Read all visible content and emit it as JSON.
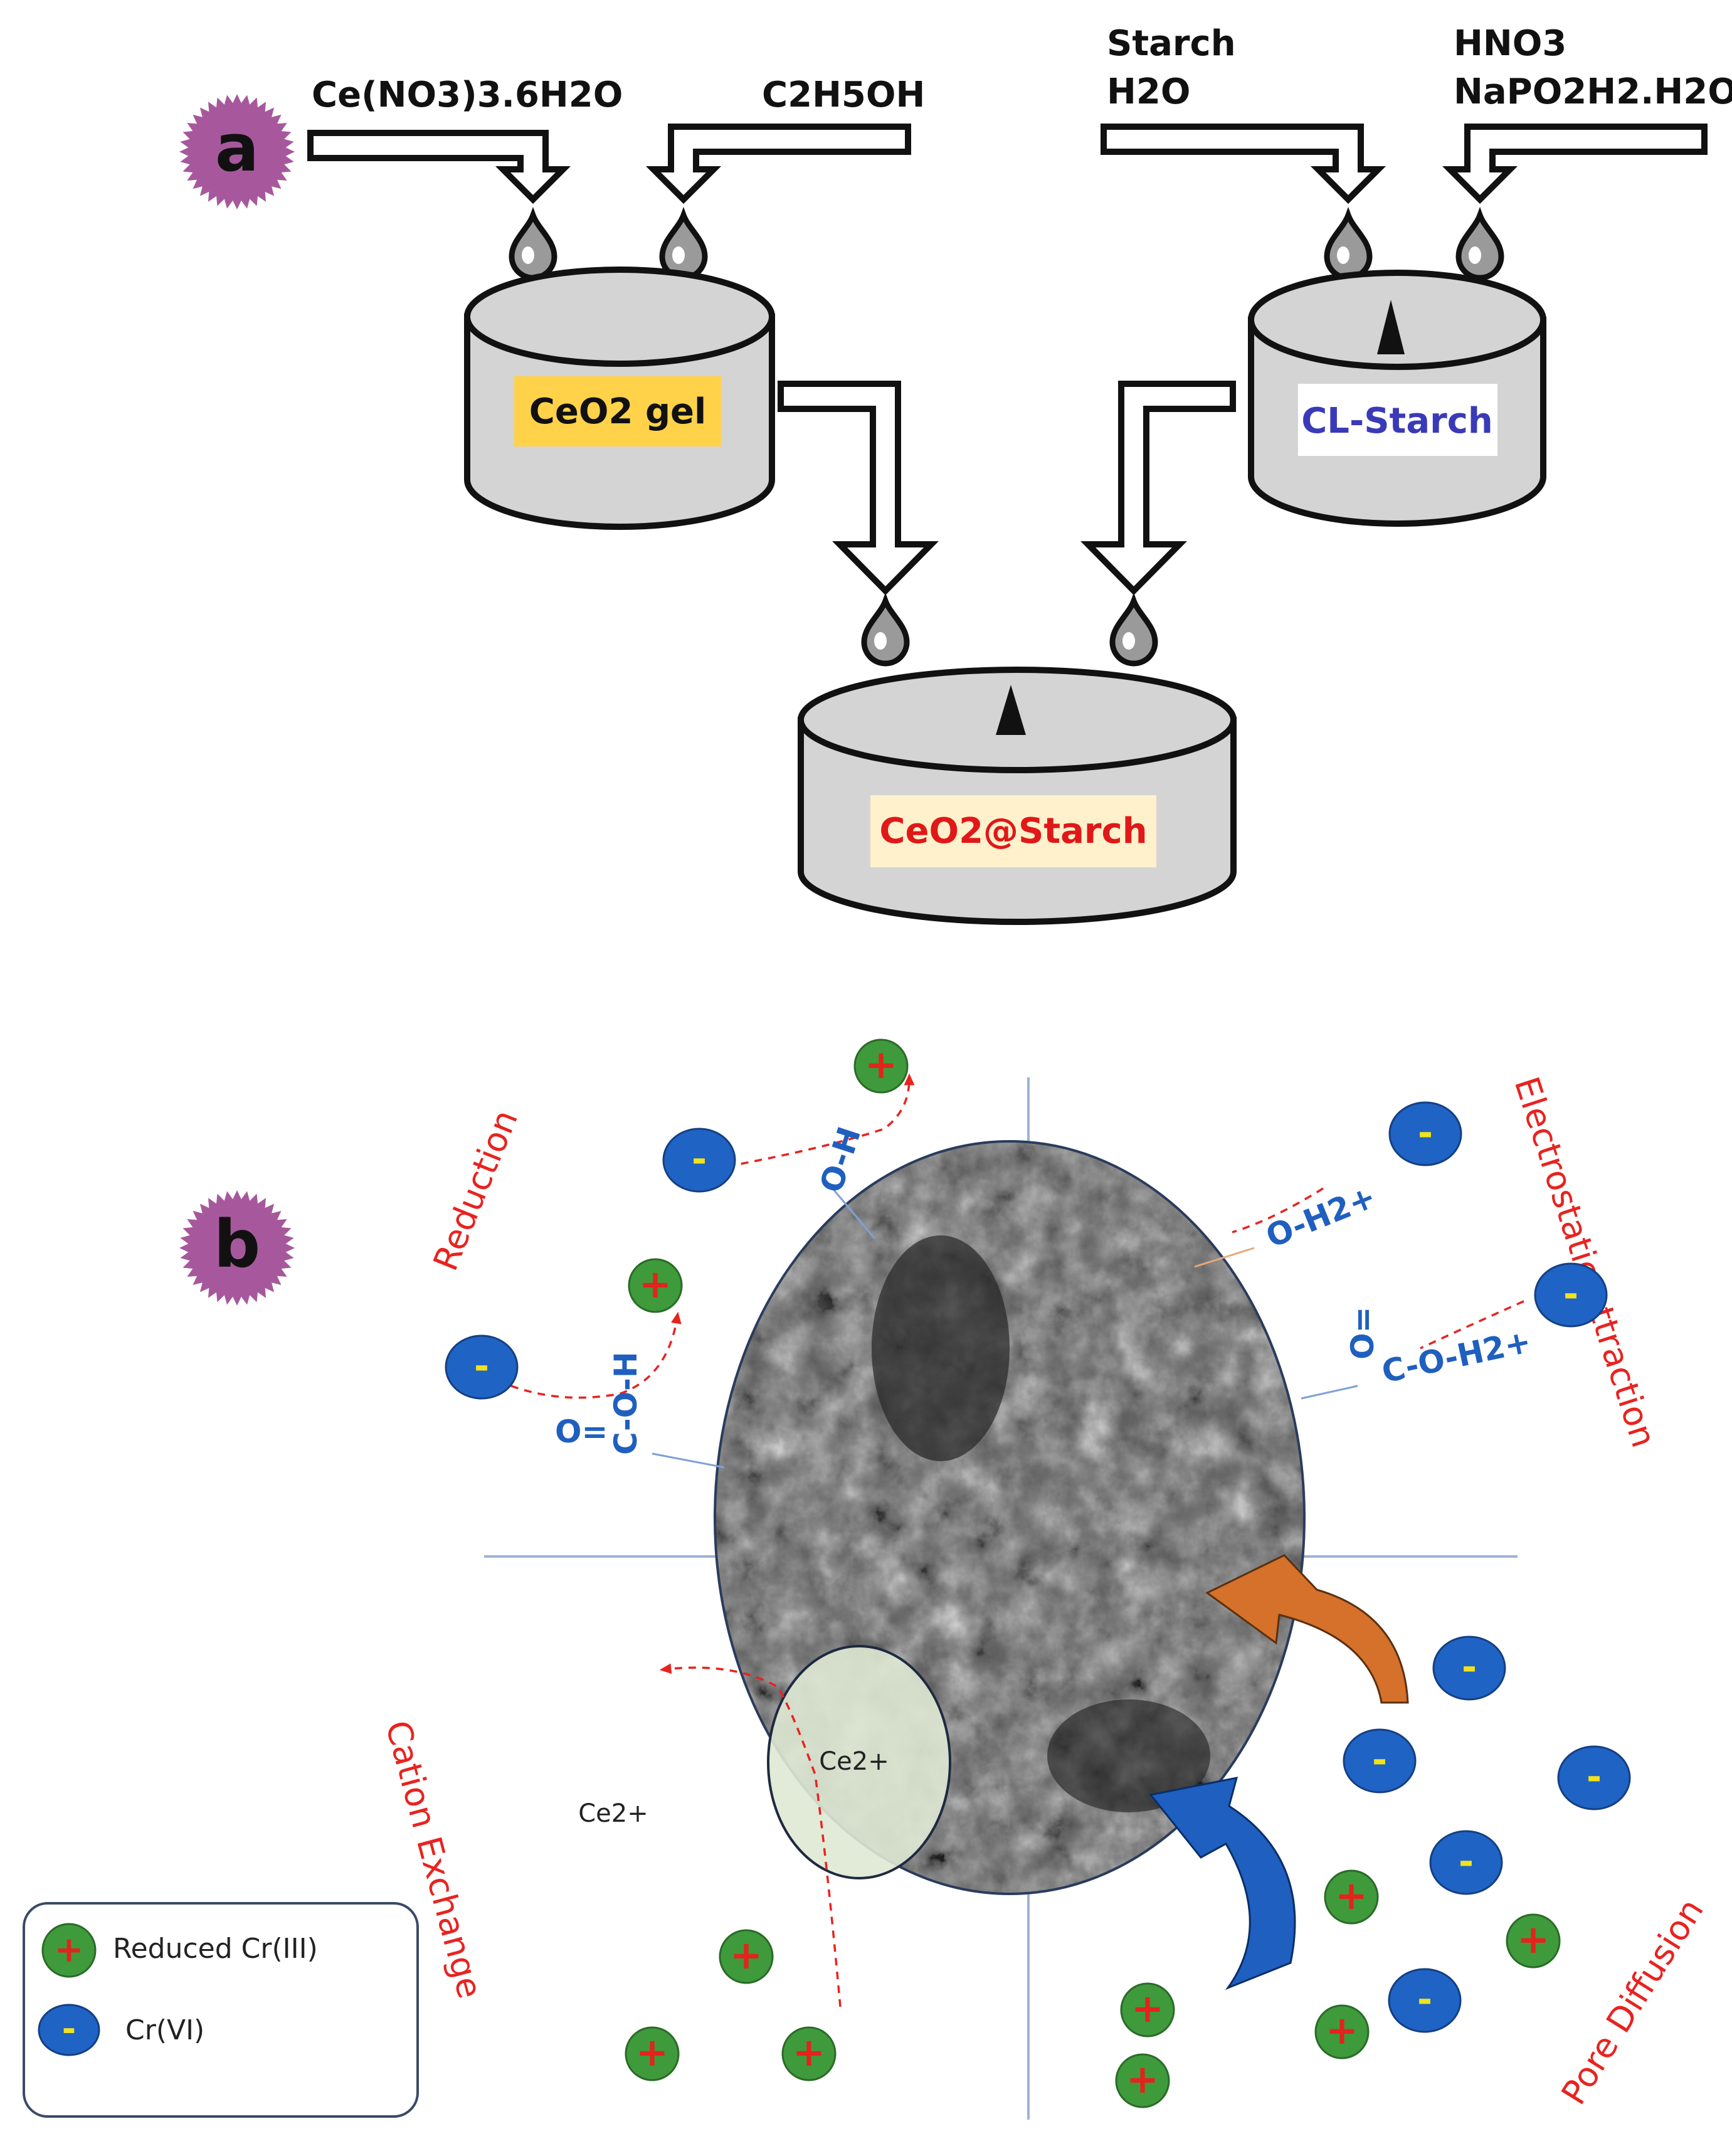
{
  "panel_a": {
    "badge": "a",
    "reagents": {
      "ce_nitrate": "Ce(NO3)3.6H2O",
      "ethanol": "C2H5OH",
      "starch": "Starch",
      "water": "H2O",
      "hno3": "HNO3",
      "hypophosphite": "NaPO2H2.H2O"
    },
    "vessels": {
      "ceo2_gel": "CeO2 gel",
      "cl_starch": "CL-Starch",
      "product": "CeO2@Starch"
    },
    "colors": {
      "vessel_fill": "#d4d4d4",
      "gel_label_bg": "#ffd24a",
      "cl_label_color": "#3a3ab8",
      "product_label_bg": "#fff1cc",
      "product_label_color": "#e01818"
    }
  },
  "panel_b": {
    "badge": "b",
    "mechanisms": {
      "reduction": "Reduction",
      "electrostatic": "Electrostatic attraction",
      "cation_exchange": "Cation Exchange",
      "pore_diffusion": "Pore Diffusion"
    },
    "groups": {
      "oh": "O-H",
      "cooh_top": "O=",
      "cooh_main": "C-O-H",
      "oh2": "O-H2+",
      "carbonyl_o": "O=",
      "coh2": "C-O-H2+"
    },
    "ce_inside": "Ce2+",
    "ce_outside": "Ce2+",
    "legend": {
      "reduced": "Reduced Cr(III)",
      "cr6": "Cr(VI)"
    },
    "colors": {
      "cation_fill": "#3f9a3c",
      "anion_fill": "#1f63c4",
      "plus_color": "#e3231c",
      "minus_color": "#f2e21a",
      "mechanism_text": "#e8231f",
      "group_text": "#1f5fbf"
    }
  }
}
